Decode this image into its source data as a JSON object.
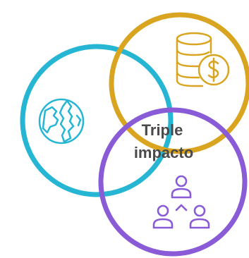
{
  "diagram": {
    "center_label_line1": "Triple",
    "center_label_line2": "impacto",
    "circles": [
      {
        "name": "environment",
        "color": "#26b6d4",
        "icon": "globe-icon"
      },
      {
        "name": "economic",
        "color": "#d9a41f",
        "icon": "coins-dollar-icon"
      },
      {
        "name": "social",
        "color": "#8a5bd6",
        "icon": "people-network-icon"
      }
    ]
  }
}
